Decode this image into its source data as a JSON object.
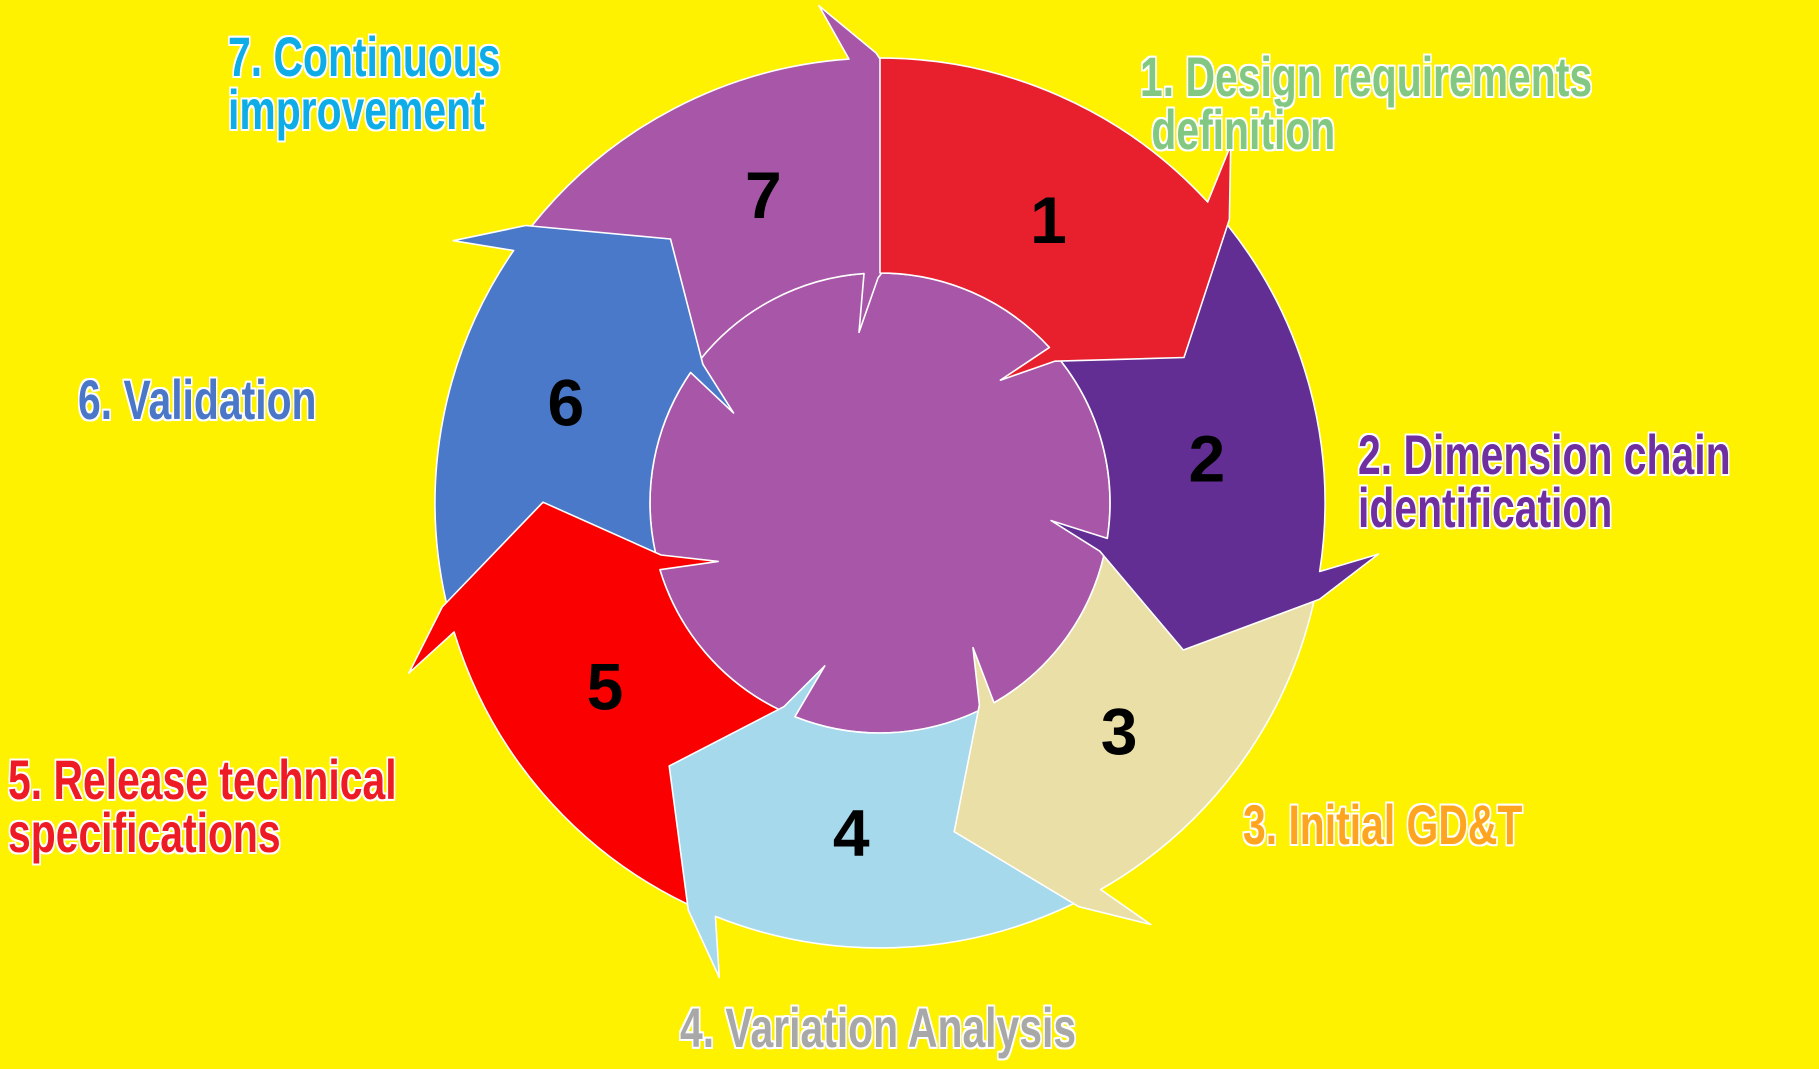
{
  "background_color": "#FFF200",
  "diagram": {
    "type": "process-cycle",
    "direction": "clockwise",
    "outline_color": "#FFFFFF",
    "number_color": "#000000",
    "center_circle": {
      "color": "#A857A8"
    },
    "segments": [
      {
        "number": "1",
        "color": "#E8202E"
      },
      {
        "number": "2",
        "color": "#622E93"
      },
      {
        "number": "3",
        "color": "#EADFA6"
      },
      {
        "number": "4",
        "color": "#A6D9EB"
      },
      {
        "number": "5",
        "color": "#FB0000"
      },
      {
        "number": "6",
        "color": "#4A79C9"
      },
      {
        "number": "7",
        "color": "#A857A8"
      }
    ]
  },
  "labels": {
    "step1": {
      "text": "1. Design requirements\n definition",
      "color": "#82C882"
    },
    "step2": {
      "text": "2. Dimension chain\nidentification",
      "color": "#6F2FA0"
    },
    "step3": {
      "text": "3. Initial GD&T",
      "color": "#FFA41E"
    },
    "step4": {
      "text": "4. Variation Analysis",
      "color": "#A8A8A8"
    },
    "step5": {
      "text": "5. Release technical\nspecifications",
      "color": "#EE1B24"
    },
    "step6": {
      "text": "6. Validation",
      "color": "#4B77C9"
    },
    "step7": {
      "text": "7. Continuous\nimprovement",
      "color": "#0FADE8"
    }
  }
}
